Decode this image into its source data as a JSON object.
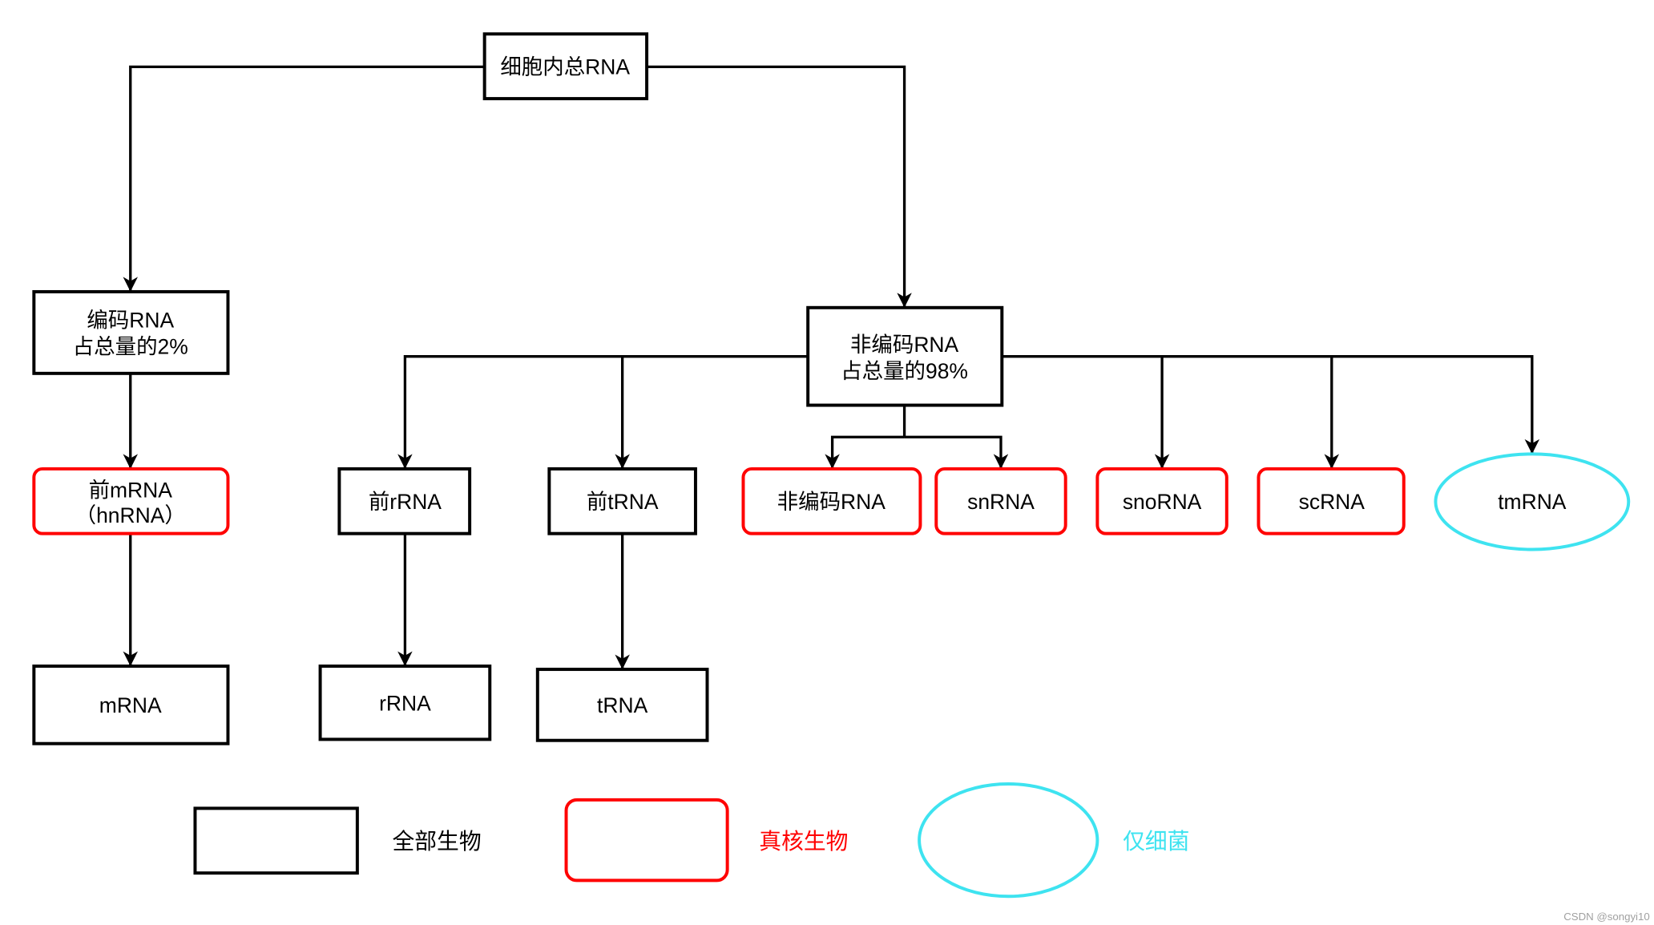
{
  "colors": {
    "all_organisms": "#000000",
    "eukaryote": "#ff0000",
    "bacteria": "#3ee3f0"
  },
  "nodes": {
    "total_rna": "细胞内总RNA",
    "coding_rna": [
      "编码RNA",
      "占总量的2%"
    ],
    "noncoding_rna": [
      "非编码RNA",
      "占总量的98%"
    ],
    "pre_mrna": [
      "前mRNA",
      "（hnRNA）"
    ],
    "mrna": "mRNA",
    "pre_rrna": "前rRNA",
    "rrna": "rRNA",
    "pre_trna": "前tRNA",
    "trna": "tRNA",
    "ncrna_eukaryotic": "非编码RNA",
    "snrna": "snRNA",
    "snorna": "snoRNA",
    "scrna": "scRNA",
    "tmrna": "tmRNA"
  },
  "legend": {
    "all_organisms": "全部生物",
    "eukaryotes": "真核生物",
    "bacteria_only": "仅细菌"
  },
  "watermark": "CSDN @songyi10"
}
